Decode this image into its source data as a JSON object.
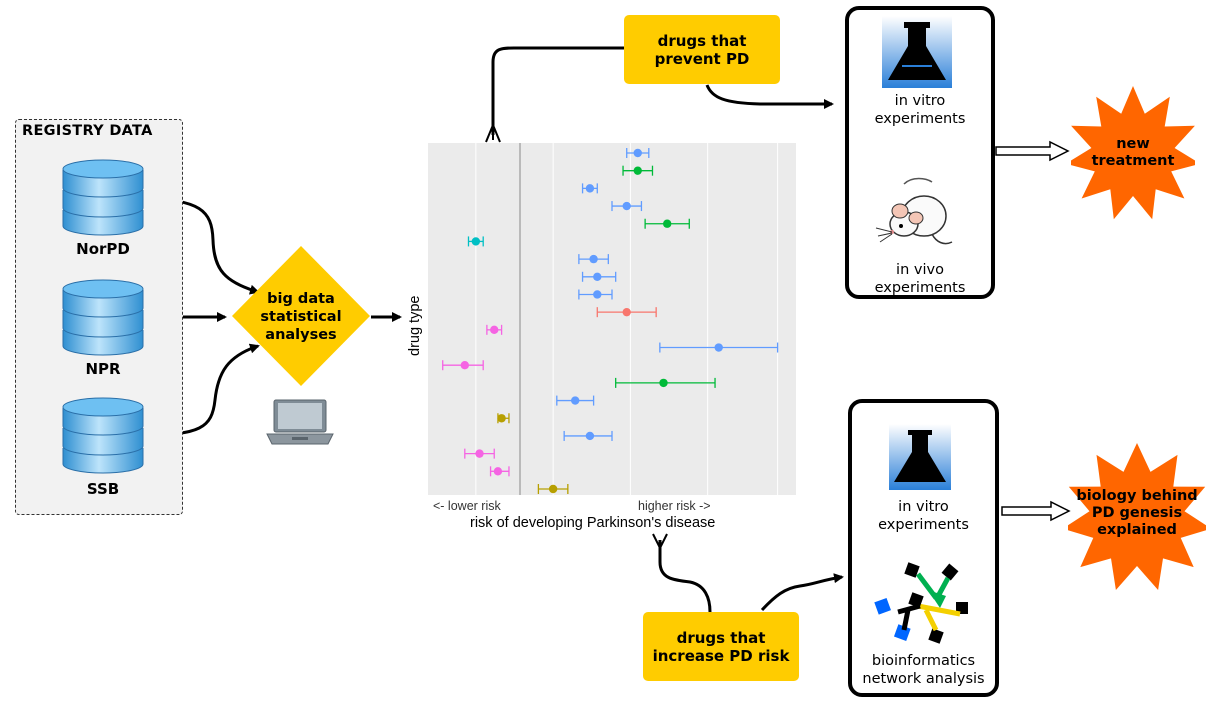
{
  "registry": {
    "title": "REGISTRY DATA",
    "databases": [
      "NorPD",
      "NPR",
      "SSB"
    ]
  },
  "analysis": {
    "label": "big data statistical analyses",
    "lines": [
      "big data",
      "statistical",
      "analyses"
    ]
  },
  "plot": {
    "y_label": "drug type",
    "x_label": "risk of developing Parkinson's disease",
    "lower_label": "<- lower risk",
    "higher_label": "higher risk ->"
  },
  "prevent_box": {
    "lines": [
      "drugs that",
      "prevent PD"
    ]
  },
  "increase_box": {
    "lines": [
      "drugs that",
      "increase PD risk"
    ]
  },
  "top_panel": {
    "item1": [
      "in vitro",
      "experiments"
    ],
    "item2": [
      "in vivo",
      "experiments"
    ]
  },
  "bottom_panel": {
    "item1": [
      "in vitro",
      "experiments"
    ],
    "item2": [
      "bioinformatics",
      "network analysis"
    ]
  },
  "outcome_top": {
    "lines": [
      "new",
      "treatment"
    ]
  },
  "outcome_bottom": {
    "lines": [
      "biology behind",
      "PD genesis",
      "explained"
    ]
  },
  "colors": {
    "blue": "#619cff",
    "green": "#00ba38",
    "teal": "#00bfc4",
    "red": "#f8766d",
    "magenta": "#f564e3",
    "olive": "#b79f00",
    "yellow": "#ffcc00",
    "orange": "#ff6600"
  },
  "chart_data": {
    "type": "scatter",
    "title": "",
    "xlabel": "risk of developing Parkinson's disease",
    "ylabel": "drug type",
    "x_scale": "relative (no numeric ticks shown)",
    "reference_line": 0.25,
    "xlim": [
      0,
      1
    ],
    "points": [
      {
        "estimate": 0.57,
        "low": 0.54,
        "high": 0.6,
        "color": "blue"
      },
      {
        "estimate": 0.57,
        "low": 0.53,
        "high": 0.61,
        "color": "green"
      },
      {
        "estimate": 0.44,
        "low": 0.42,
        "high": 0.46,
        "color": "blue"
      },
      {
        "estimate": 0.54,
        "low": 0.5,
        "high": 0.58,
        "color": "blue"
      },
      {
        "estimate": 0.65,
        "low": 0.59,
        "high": 0.71,
        "color": "green"
      },
      {
        "estimate": 0.13,
        "low": 0.11,
        "high": 0.15,
        "color": "teal"
      },
      {
        "estimate": 0.45,
        "low": 0.41,
        "high": 0.49,
        "color": "blue"
      },
      {
        "estimate": 0.46,
        "low": 0.42,
        "high": 0.51,
        "color": "blue"
      },
      {
        "estimate": 0.46,
        "low": 0.41,
        "high": 0.5,
        "color": "blue"
      },
      {
        "estimate": 0.54,
        "low": 0.46,
        "high": 0.62,
        "color": "red"
      },
      {
        "estimate": 0.18,
        "low": 0.16,
        "high": 0.2,
        "color": "magenta"
      },
      {
        "estimate": 0.79,
        "low": 0.63,
        "high": 0.95,
        "color": "blue"
      },
      {
        "estimate": 0.1,
        "low": 0.04,
        "high": 0.15,
        "color": "magenta"
      },
      {
        "estimate": 0.64,
        "low": 0.51,
        "high": 0.78,
        "color": "green"
      },
      {
        "estimate": 0.4,
        "low": 0.35,
        "high": 0.45,
        "color": "blue"
      },
      {
        "estimate": 0.2,
        "low": 0.19,
        "high": 0.22,
        "color": "olive"
      },
      {
        "estimate": 0.44,
        "low": 0.37,
        "high": 0.5,
        "color": "blue"
      },
      {
        "estimate": 0.14,
        "low": 0.1,
        "high": 0.18,
        "color": "magenta"
      },
      {
        "estimate": 0.19,
        "low": 0.17,
        "high": 0.22,
        "color": "magenta"
      },
      {
        "estimate": 0.34,
        "low": 0.3,
        "high": 0.38,
        "color": "olive"
      }
    ]
  }
}
